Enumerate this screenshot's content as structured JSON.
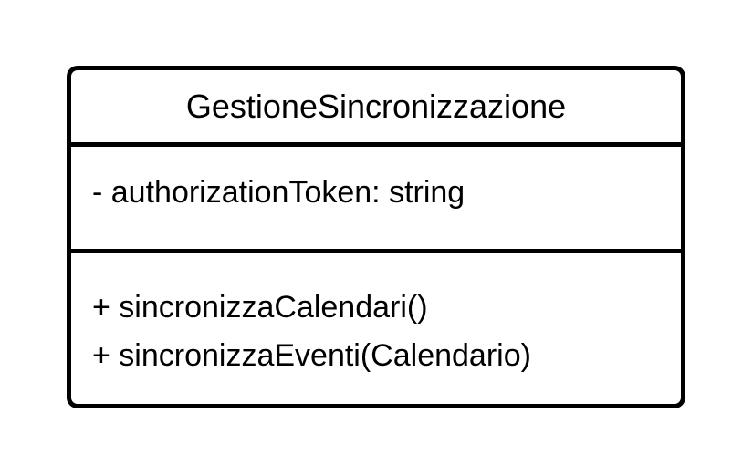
{
  "diagram": {
    "class_name": "GestioneSincronizzazione",
    "attributes": [
      "- authorizationToken: string"
    ],
    "methods": [
      "+ sincronizzaCalendari()",
      "+ sincronizzaEventi(Calendario)"
    ],
    "colors": {
      "border": "#000000",
      "background": "#ffffff",
      "text": "#000000"
    }
  }
}
